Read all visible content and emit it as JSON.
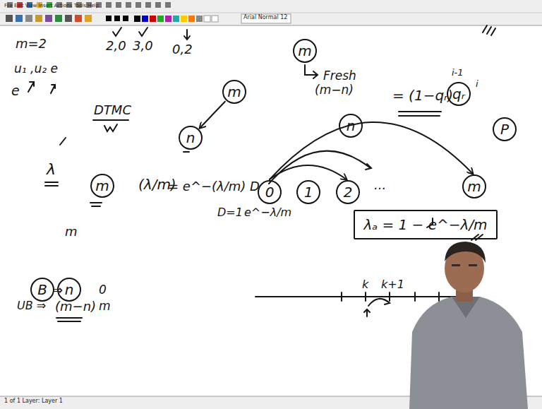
{
  "diagram": {
    "nodes": [
      {
        "text": [
          "m"
        ]
      },
      {
        "text": [
          "m"
        ]
      },
      {
        "text": [
          "qᵣ"
        ]
      },
      {
        "text": [
          "n"
        ]
      },
      {
        "text": [
          "P"
        ]
      },
      {
        "text": [
          "n"
        ]
      },
      {
        "text": [
          "m"
        ]
      },
      {
        "text": [
          "0"
        ]
      },
      {
        "text": [
          "1"
        ]
      },
      {
        "text": [
          "2"
        ]
      },
      {
        "text": [
          "m"
        ]
      },
      {
        "text": [
          "λₐ = 1 − e^−λ/m"
        ]
      },
      {
        "text": [
          "B"
        ]
      },
      {
        "text": [
          "n"
        ]
      }
    ],
    "edges": [
      {
        "from": 1,
        "to": 5,
        "arrow": "to"
      },
      {
        "from": 7,
        "to": 9,
        "arrow": "to"
      },
      {
        "from": 7,
        "to": 10,
        "arrow": "to"
      }
    ],
    "labels": [
      "File Edit View Insert Actions Tools Help",
      "Arial Normal 12",
      "m=2",
      "2,0",
      "3,0",
      "0,2",
      "u₁ ,u₂ e",
      "e",
      "DTMC",
      "λ",
      "(λ/m)",
      "= e^−(λ/m) D",
      "D=1",
      "e^−λ/m",
      "m",
      "⇒",
      "0",
      "UB ⇒",
      "(m−n)",
      "m",
      "Fresh",
      "(m−n)",
      "= (1−qᵣ)",
      "i-1",
      "i",
      "...",
      "k",
      "k+1",
      "1 of 1  Layer: Layer 1"
    ]
  }
}
